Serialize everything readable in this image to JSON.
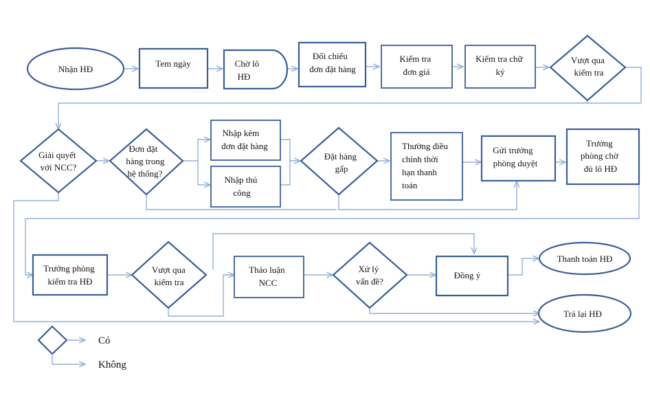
{
  "nodes": {
    "receive_invoice": "Nhận HĐ",
    "date_stamp": [
      "Tem ngày"
    ],
    "wait_batch": [
      "Chờ lô",
      "HĐ"
    ],
    "match_po": [
      "Đối chiếu",
      "đơn đặt hàng"
    ],
    "check_price": [
      "Kiểm tra",
      "đơn giá"
    ],
    "check_signature": [
      "Kiểm tra chữ",
      "ký"
    ],
    "pass_check_1": [
      "Vượt qua",
      "kiểm tra"
    ],
    "resolve_supplier": [
      "Giải quyết",
      "với NCC?"
    ],
    "po_in_system": [
      "Đơn đặt",
      "hàng trong",
      "hệ thống?"
    ],
    "enter_with_po": [
      "Nhập kèm",
      "đơn đặt hàng"
    ],
    "manual_entry": [
      "Nhập thủ",
      "công"
    ],
    "urgent_order": [
      "Đặt hàng",
      "gấp"
    ],
    "adjust_terms": [
      "Thường điều",
      "chỉnh thời",
      "hạn thanh",
      "toán"
    ],
    "send_manager": [
      "Gửi trưởng",
      "phòng duyệt"
    ],
    "manager_wait": [
      "Trưởng",
      "phòng chờ",
      "đủ lô HĐ"
    ],
    "manager_check": [
      "Trưởng phòng",
      "kiểm tra HĐ"
    ],
    "pass_check_2": [
      "Vượt qua",
      "kiểm tra"
    ],
    "discuss_supplier": [
      "Thảo luận",
      "NCC"
    ],
    "resolve_issue": [
      "Xử lý",
      "vấn đề?"
    ],
    "agree": [
      "Đồng ý"
    ],
    "pay_invoice": "Thanh toán HĐ",
    "return_invoice": "Trả lại HĐ"
  },
  "legend": {
    "yes": "Có",
    "no": "Không"
  },
  "colors": {
    "node_stroke": "#3a5e95",
    "edge_stroke": "#92b0d5"
  }
}
